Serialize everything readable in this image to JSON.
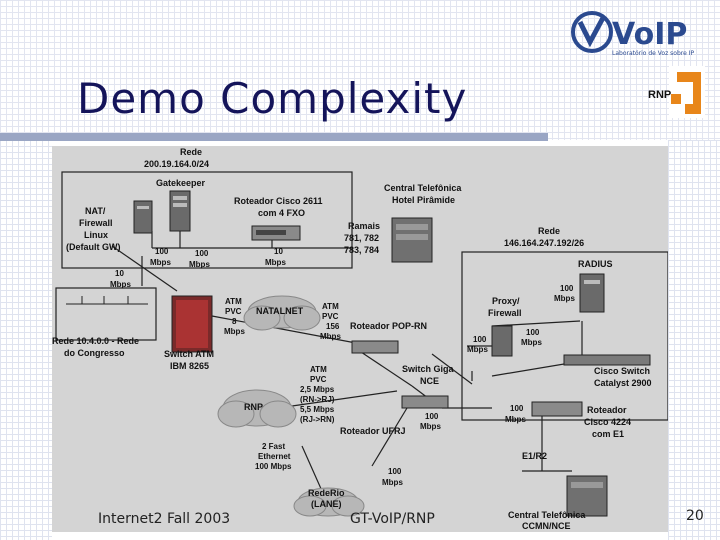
{
  "slide": {
    "title": "Demo Complexity",
    "footer_left": "Internet2 Fall 2003",
    "footer_center": "GT-VoIP/RNP",
    "page_number": "20"
  },
  "logo": {
    "brand": "VoIP",
    "tagline": "Laboratório de Voz sobre IP",
    "rnp": "RNP"
  },
  "diagram": {
    "rede_top_1": "Rede",
    "rede_top_2": "200.19.164.0/24",
    "gatekeeper": "Gatekeeper",
    "nat_1": "NAT/",
    "nat_2": "Firewall",
    "nat_3": "Linux",
    "nat_4": "(Default GW)",
    "roteador_cisco_1": "Roteador Cisco 2611",
    "roteador_cisco_2": "com 4 FXO",
    "central_hotel_1": "Central Telefônica",
    "central_hotel_2": "Hotel Pirâmide",
    "ramais_1": "Ramais",
    "ramais_2": "781, 782",
    "ramais_3": "783, 784",
    "rede_right_1": "Rede",
    "rede_right_2": "146.164.247.192/26",
    "radius": "RADIUS",
    "mbps100_a1": "100",
    "mbps100_a2": "Mbps",
    "mbps100_b1": "100",
    "mbps100_b2": "Mbps",
    "mbps10_a1": "10",
    "mbps10_a2": "Mbps",
    "mbps10_b1": "10",
    "mbps10_b2": "Mbps",
    "atm_pvc8_1": "ATM",
    "atm_pvc8_2": "PVC",
    "atm_pvc8_3": "8",
    "atm_pvc8_4": "Mbps",
    "natalnet": "NATALNET",
    "atm_pvc156_1": "ATM",
    "atm_pvc156_2": "PVC",
    "atm_pvc156_3": "156",
    "atm_pvc156_4": "Mbps",
    "roteador_pop": "Roteador POP-RN",
    "proxy_1": "Proxy/",
    "proxy_2": "Firewall",
    "mbps100_radius_1": "100",
    "mbps100_radius_2": "Mbps",
    "mbps100_proxy_1": "100",
    "mbps100_proxy_2": "Mbps",
    "mbps100_pop_1": "100",
    "mbps100_pop_2": "Mbps",
    "rede_congresso_1": "Rede 10.4.0.0 - Rede",
    "rede_congresso_2": "do Congresso",
    "switch_atm_1": "Switch ATM",
    "switch_atm_2": "IBM 8265",
    "cisco_switch_1": "Cisco Switch",
    "cisco_switch_2": "Catalyst 2900",
    "atm_pvc_ufrj_1": "ATM",
    "atm_pvc_ufrj_2": "PVC",
    "atm_pvc_ufrj_3": "2,5 Mbps",
    "atm_pvc_ufrj_4": "(RN->RJ)",
    "atm_pvc_ufrj_5": "5,5 Mbps",
    "atm_pvc_ufrj_6": "(RJ->RN)",
    "switch_giga_1": "Switch Giga",
    "switch_giga_2": "NCE",
    "rnp_cloud": "RNP",
    "roteador_ufrj": "Roteador UFRJ",
    "mbps100_ufrj_1": "100",
    "mbps100_ufrj_2": "Mbps",
    "mbps100_cisco4224_1": "100",
    "mbps100_cisco4224_2": "Mbps",
    "roteador_4224_1": "Roteador",
    "roteador_4224_2": "Cisco 4224",
    "roteador_4224_3": "com E1",
    "fast_eth_1": "2 Fast",
    "fast_eth_2": "Ethernet",
    "fast_eth_3": "100 Mbps",
    "e1r2": "E1/R2",
    "mbps100_rederio_1": "100",
    "mbps100_rederio_2": "Mbps",
    "rederio_1": "RedeRio",
    "rederio_2": "(LANE)",
    "central_ccmn_1": "Central Telefônica",
    "central_ccmn_2": "CCMN/NCE"
  },
  "colors": {
    "title": "#14145a",
    "title_bar": "#9aa6c4",
    "diagram_bg": "#d4d4d4",
    "logo_blue": "#2b4a8f",
    "rnp_orange": "#e8861a"
  }
}
